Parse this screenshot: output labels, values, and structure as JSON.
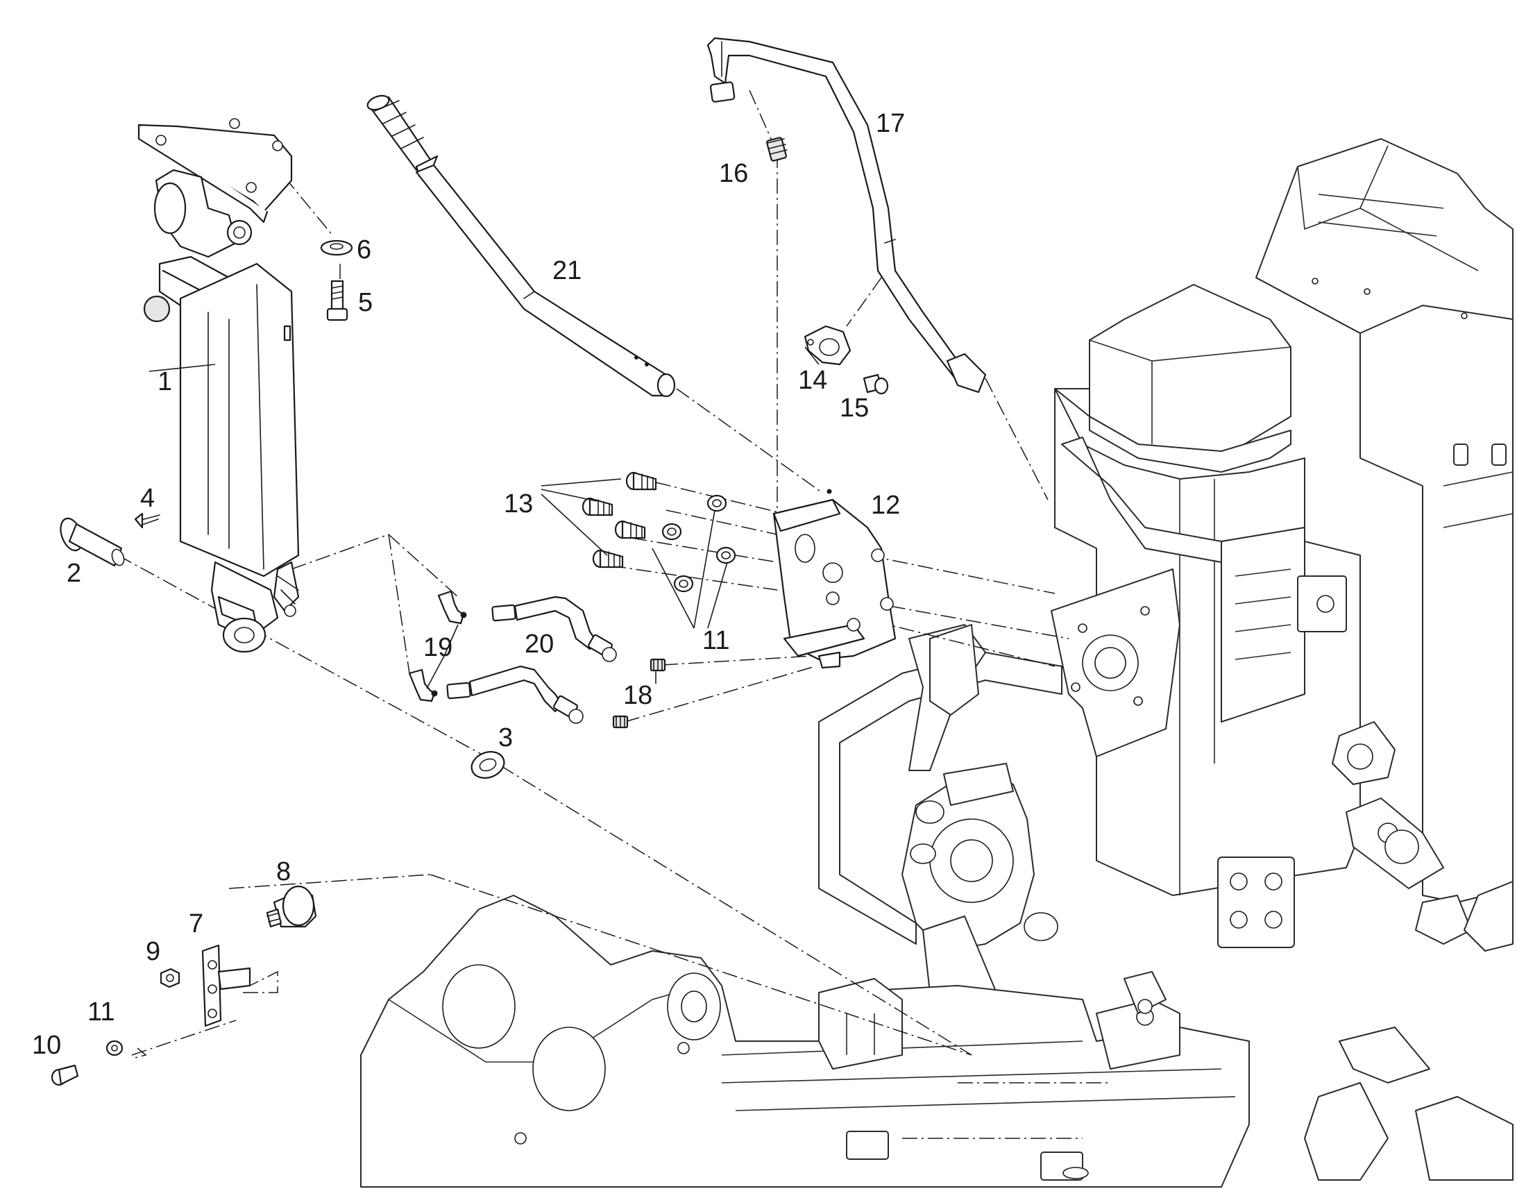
{
  "callouts": {
    "c1": "1",
    "c2": "2",
    "c3": "3",
    "c4": "4",
    "c5": "5",
    "c6": "6",
    "c7": "7",
    "c8": "8",
    "c9": "9",
    "c10": "10",
    "c11a": "11",
    "c11b": "11",
    "c12": "12",
    "c13": "13",
    "c14": "14",
    "c15": "15",
    "c16": "16",
    "c17": "17",
    "c18": "18",
    "c19": "19",
    "c20": "20",
    "c21": "21"
  }
}
